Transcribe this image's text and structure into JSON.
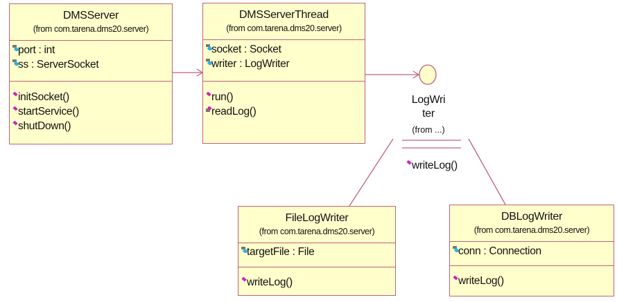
{
  "diagram": {
    "type": "UML class diagram",
    "classes": [
      {
        "id": "dmsserver",
        "name": "DMSServer",
        "package": "(from com.tarena.dms20.server)",
        "attributes": [
          {
            "text": "port : int",
            "icon": "private-attribute-icon"
          },
          {
            "text": "ss : ServerSocket",
            "icon": "private-attribute-icon"
          }
        ],
        "operations": [
          {
            "text": "initSocket()",
            "icon": "public-operation-icon"
          },
          {
            "text": "startService()",
            "icon": "public-operation-icon"
          },
          {
            "text": "shutDown()",
            "icon": "public-operation-icon"
          }
        ]
      },
      {
        "id": "dmsserverthread",
        "name": "DMSServerThread",
        "package": "(from com.tarena.dms20.server)",
        "attributes": [
          {
            "text": "socket : Socket",
            "icon": "private-attribute-icon"
          },
          {
            "text": "writer : LogWriter",
            "icon": "private-attribute-icon"
          }
        ],
        "operations": [
          {
            "text": "run()",
            "icon": "public-operation-icon"
          },
          {
            "text": "readLog()",
            "icon": "private-operation-icon"
          }
        ]
      },
      {
        "id": "filelogwriter",
        "name": "FileLogWriter",
        "package": "(from com.tarena.dms20.server)",
        "attributes": [
          {
            "text": "targetFile : File",
            "icon": "private-attribute-icon"
          }
        ],
        "operations": [
          {
            "text": "writeLog()",
            "icon": "public-operation-icon"
          }
        ]
      },
      {
        "id": "dblogwriter",
        "name": "DBLogWriter",
        "package": "(from com.tarena.dms20.server)",
        "attributes": [
          {
            "text": "conn : Connection",
            "icon": "private-attribute-icon"
          }
        ],
        "operations": [
          {
            "text": "writeLog()",
            "icon": "public-operation-icon"
          }
        ]
      }
    ],
    "interface": {
      "name_line1": "LogWri",
      "name_line2": "ter",
      "package": "(from ...)",
      "operations": [
        {
          "text": "writeLog()",
          "icon": "public-operation-icon"
        }
      ]
    },
    "relationships": [
      {
        "from": "DMSServer",
        "to": "DMSServerThread",
        "kind": "association"
      },
      {
        "from": "DMSServerThread",
        "to": "LogWriter",
        "kind": "association"
      },
      {
        "from": "FileLogWriter",
        "to": "LogWriter",
        "kind": "realization"
      },
      {
        "from": "DBLogWriter",
        "to": "LogWriter",
        "kind": "realization"
      }
    ],
    "colors": {
      "box_fill": "#ffffcc",
      "box_border": "#c0607a",
      "line": "#c0607a",
      "op_icon": "#d020c0",
      "attr_icon": "#30b0e0"
    }
  }
}
